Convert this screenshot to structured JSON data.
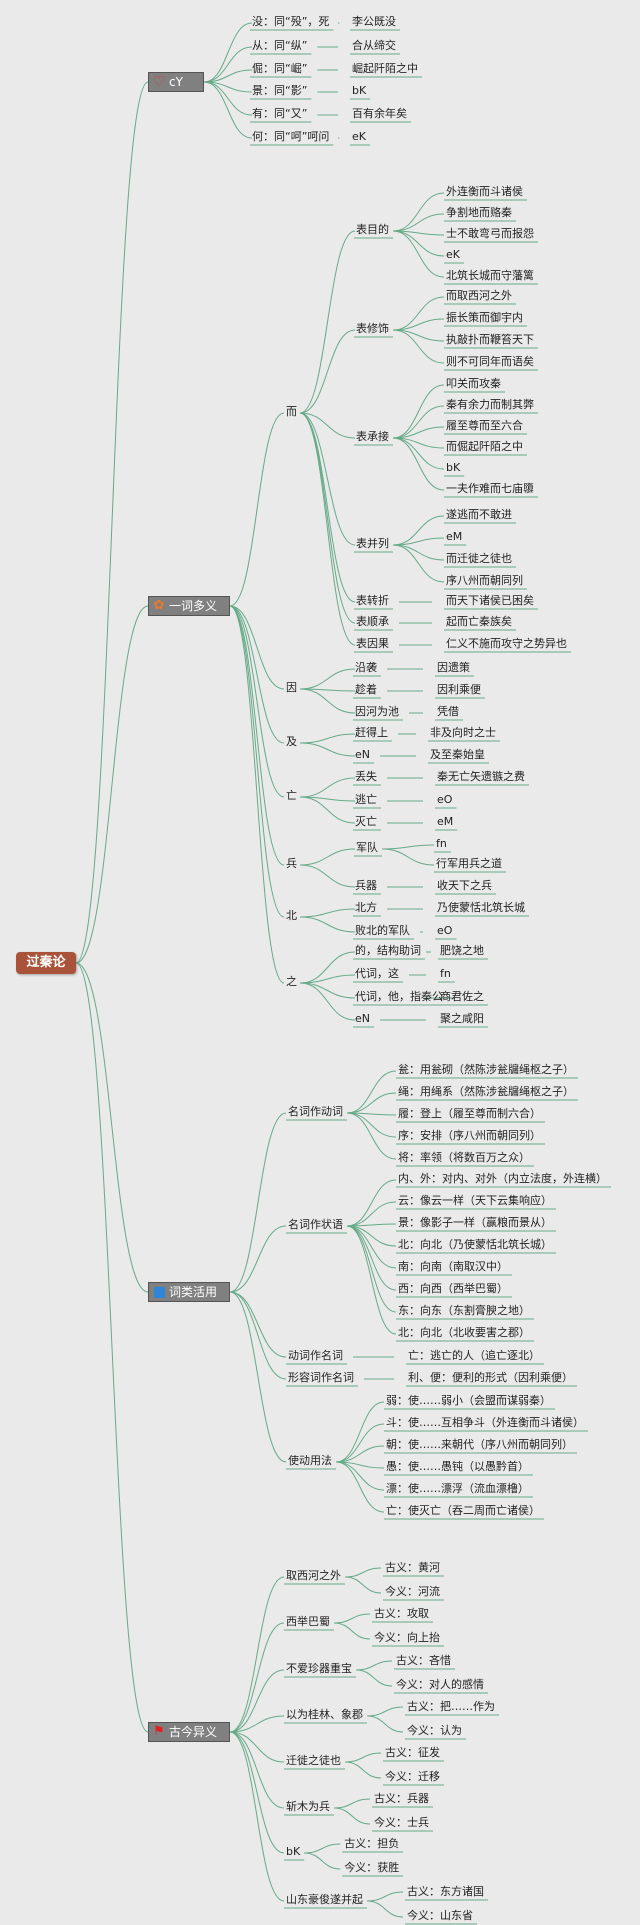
{
  "root": "过秦论",
  "branches": {
    "b1": "cY",
    "b2": "一词多义",
    "b3": "词类活用",
    "b4": "古今异义"
  },
  "icons": {
    "b1": "heart-icon",
    "b2": "star-icon",
    "b3": "blue-square-icon",
    "b4": "red-flag-icon"
  },
  "colors": {
    "root": "#a9543a",
    "branch_box": "#808080",
    "lines": "#66aa88"
  },
  "nodes": {
    "b1": [
      [
        "没：同“殁”，死",
        "李公既没"
      ],
      [
        "从：同“纵”",
        "合从缔交"
      ],
      [
        "倔：同“崛”",
        "崛起阡陌之中"
      ],
      [
        "景：同“影”",
        "bK"
      ],
      [
        "有：同“又”",
        "百有余年矣"
      ],
      [
        "何：同“呵”呵问",
        "eK"
      ]
    ],
    "er": "而",
    "er1": "表目的",
    "er1ex": [
      "外连衡而斗诸侯",
      "争割地而赂秦",
      "士不敢弯弓而报怨",
      "eK",
      "北筑长城而守藩篱"
    ],
    "er2": "表修饰",
    "er2ex": [
      "而取西河之外",
      "振长策而御宇内",
      "执敲扑而鞭笞天下",
      "则不可同年而语矣"
    ],
    "er3": "表承接",
    "er3ex": [
      "叩关而攻秦",
      "秦有余力而制其弊",
      "履至尊而至六合",
      "而倔起阡陌之中",
      "bK",
      "一夫作难而七庙隳"
    ],
    "er4": "表并列",
    "er4ex": [
      "遂逃而不敢进",
      "eM",
      "而迁徙之徒也",
      "序八州而朝同列"
    ],
    "er5": [
      "表转折",
      "而天下诸侯已困矣"
    ],
    "er6": [
      "表顺承",
      "起而亡秦族矣"
    ],
    "er7": [
      "表因果",
      "仁义不施而攻守之势异也"
    ],
    "yin": "因",
    "yin1": [
      "沿袭",
      "因遗策"
    ],
    "yin2": [
      "趁着",
      "因利乘便"
    ],
    "yin3": [
      "因河为池",
      "凭借"
    ],
    "ji": "及",
    "ji1": [
      "赶得上",
      "非及向时之士"
    ],
    "ji2": [
      "eN",
      "及至秦始皇"
    ],
    "wang": "亡",
    "wang1": [
      "丢失",
      "秦无亡矢遗镞之费"
    ],
    "wang2": [
      "逃亡",
      "eO"
    ],
    "wang3": [
      "灭亡",
      "eM"
    ],
    "bing": "兵",
    "bing1": "军队",
    "bing1ex": [
      "fn",
      "行军用兵之道"
    ],
    "bing2": [
      "兵器",
      "收天下之兵"
    ],
    "bei": "北",
    "bei1": [
      "北方",
      "乃使蒙恬北筑长城"
    ],
    "bei2": [
      "败北的军队",
      "eO"
    ],
    "zhi": "之",
    "zhi1": [
      "的，结构助词",
      "肥饶之地"
    ],
    "zhi2": [
      "代词，这",
      "fn"
    ],
    "zhi3": [
      "代词，他，指秦公",
      "商君佐之"
    ],
    "zhi4": [
      "eN",
      "聚之咸阳"
    ],
    "n1": "名词作动词",
    "n1ex": [
      "瓮：用瓮砌（然陈涉瓮牖绳枢之子）",
      "绳：用绳系（然陈涉瓮牖绳枢之子）",
      "履：登上（履至尊而制六合）",
      "序：安排（序八州而朝同列）",
      "将：率领（将数百万之众）"
    ],
    "n2": "名词作状语",
    "n2ex": [
      "内、外：对内、对外（内立法度，外连横）",
      "云：像云一样（天下云集响应）",
      "景：像影子一样（赢粮而景从）",
      "北：向北（乃使蒙恬北筑长城）",
      "南：向南（南取汉中）",
      "西：向西（西举巴蜀）",
      "东：向东（东割膏腴之地）",
      "北：向北（北收要害之郡）"
    ],
    "n3": [
      "动词作名词",
      "亡：逃亡的人（追亡逐北）"
    ],
    "n4": [
      "形容词作名词",
      "利、便：便利的形式（因利乘便）"
    ],
    "n5": "使动用法",
    "n5ex": [
      "弱：使……弱小（会盟而谋弱秦）",
      "斗：使……互相争斗（外连衡而斗诸侯）",
      "朝：使……来朝代（序八州而朝同列）",
      "愚：使……愚钝（以愚黔首）",
      "漂：使……漂浮（流血漂橹）",
      "亡：使灭亡（吞二周而亡诸侯）"
    ],
    "g": [
      [
        "取西河之外",
        "古义：黄河",
        "今义：河流"
      ],
      [
        "西举巴蜀",
        "古义：攻取",
        "今义：向上抬"
      ],
      [
        "不爱珍器重宝",
        "古义：吝惜",
        "今义：对人的感情"
      ],
      [
        "以为桂林、象郡",
        "古义：把……作为",
        "今义：认为"
      ],
      [
        "迁徙之徒也",
        "古义：征发",
        "今义：迁移"
      ],
      [
        "斩木为兵",
        "古义：兵器",
        "今义：士兵"
      ],
      [
        "bK",
        "古义：担负",
        "今义：获胜"
      ],
      [
        "山东豪俊遂并起",
        "古义：东方诸国",
        "今义：山东省"
      ]
    ]
  }
}
